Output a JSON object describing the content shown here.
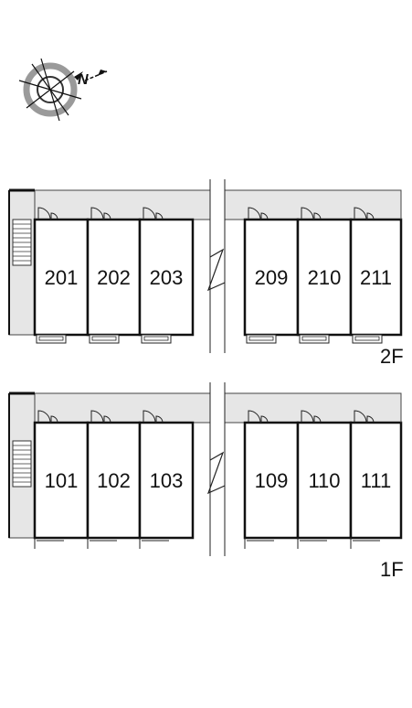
{
  "compass": {
    "letter": "N"
  },
  "floors": [
    {
      "id": "2F",
      "label": "2F",
      "rooms_left": [
        "201",
        "202",
        "203"
      ],
      "rooms_right": [
        "209",
        "210",
        "211"
      ]
    },
    {
      "id": "1F",
      "label": "1F",
      "rooms_left": [
        "101",
        "102",
        "103"
      ],
      "rooms_right": [
        "109",
        "110",
        "111"
      ]
    }
  ],
  "colors": {
    "corridor": "#e6e6e6",
    "walls": "#111111",
    "compass_ring": "#9a9a9a"
  }
}
